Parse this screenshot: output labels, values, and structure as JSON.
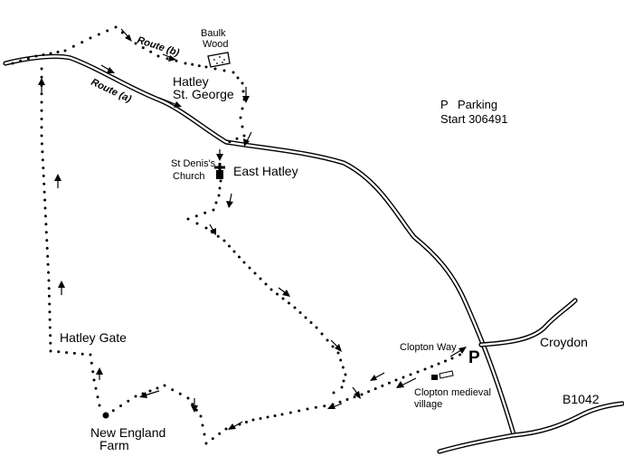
{
  "places": {
    "baulk_wood": [
      "Baulk",
      "Wood"
    ],
    "hatley_st_george": [
      "Hatley",
      "St. George"
    ],
    "st_denis_church": [
      "St Denis's",
      "Church"
    ],
    "east_hatley": "East Hatley",
    "hatley_gate": "Hatley Gate",
    "new_england_farm": [
      "New England",
      "Farm"
    ],
    "clopton_way": "Clopton Way",
    "clopton_village": [
      "Clopton medieval",
      "village"
    ],
    "croydon": "Croydon",
    "b1042": "B1042"
  },
  "routes": {
    "route_a": "Route (a)",
    "route_b": "Route (b)"
  },
  "info": {
    "parking_symbol": "P",
    "parking_label": "Parking",
    "start_label": "Start 306491",
    "parking_marker": "P"
  },
  "icons": {
    "church": "cross-icon",
    "parking": "parking-icon",
    "wood": "wood-icon",
    "farm": "farm-dot-icon",
    "village": "village-icon"
  },
  "colors": {
    "ink": "#000000",
    "paper": "#ffffff"
  }
}
